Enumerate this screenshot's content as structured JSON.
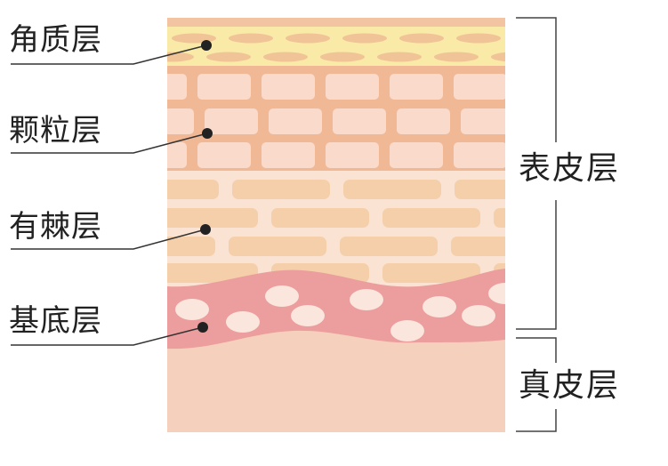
{
  "labels": {
    "stratum_corneum": "角质层",
    "stratum_granulosum": "颗粒层",
    "stratum_spinosum": "有棘层",
    "stratum_basale": "基底层"
  },
  "brackets": {
    "epidermis": "表皮层",
    "dermis": "真皮层"
  },
  "colors": {
    "top_strip": "#f2c4a2",
    "corneum_bg": "#faeaa8",
    "corneum_cells": "#f0c496",
    "granular_bg": "#f0b894",
    "granular_cells": "#f9dacb",
    "spinous_bg": "#fbe3d3",
    "spinous_cells": "#f4cfaa",
    "basal_band": "#ec9d9d",
    "basal_cells": "#fae6dc",
    "dermis": "#f5d0bc",
    "line": "#333333"
  }
}
